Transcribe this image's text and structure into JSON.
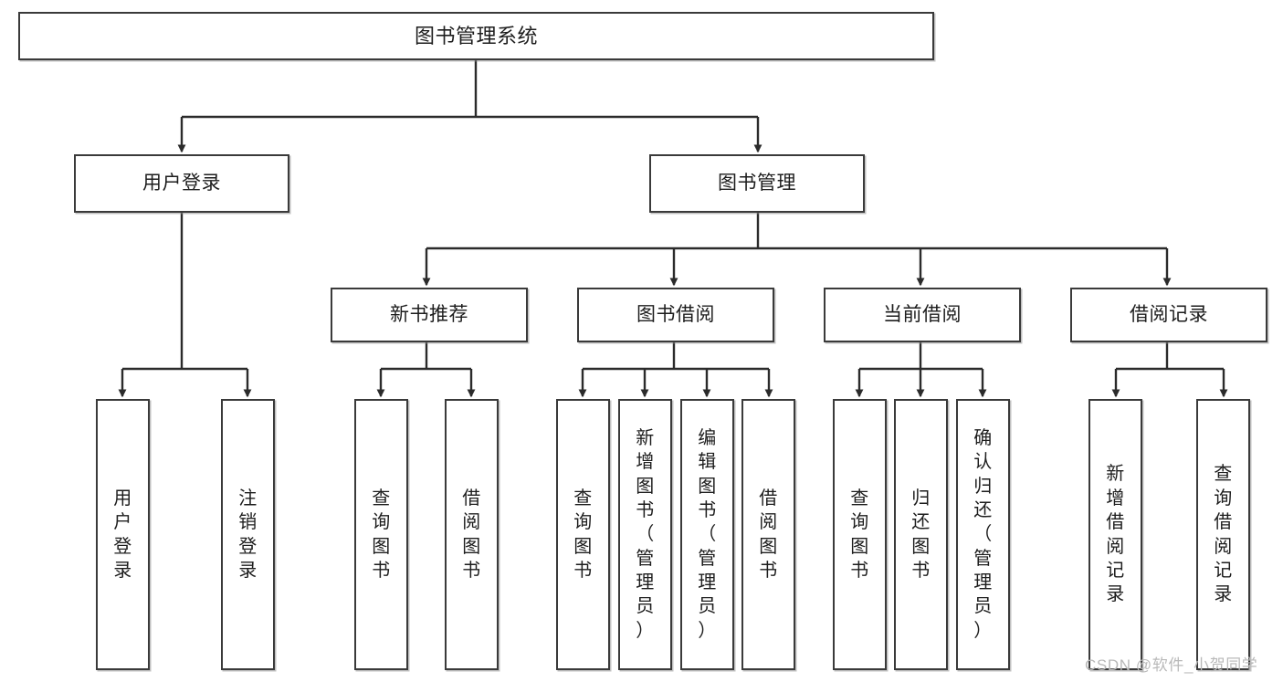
{
  "diagram": {
    "type": "tree-hierarchy",
    "title": "图书管理系统",
    "orientation": "top-down",
    "colors": {
      "box_border": "#3a3a3a",
      "box_fill": "#ffffff",
      "connector": "#2b2b2b",
      "text": "#1d1d1d",
      "watermark": "#b9b9b9",
      "background": "#ffffff"
    }
  },
  "nodes": {
    "root": {
      "label": "图书管理系统"
    },
    "level1": [
      {
        "id": "user-login",
        "label": "用户登录"
      },
      {
        "id": "book-manage",
        "label": "图书管理"
      }
    ],
    "level2": [
      {
        "id": "new-book-recommend",
        "label": "新书推荐"
      },
      {
        "id": "book-borrow",
        "label": "图书借阅"
      },
      {
        "id": "current-borrow",
        "label": "当前借阅"
      },
      {
        "id": "borrow-record",
        "label": "借阅记录"
      }
    ],
    "leaves": [
      {
        "id": "leaf-user-login",
        "parent": "user-login",
        "label": "用户登录"
      },
      {
        "id": "leaf-logout-login",
        "parent": "user-login",
        "label": "注销登录"
      },
      {
        "id": "leaf-query-book-1",
        "parent": "new-book-recommend",
        "label": "查询图书"
      },
      {
        "id": "leaf-borrow-book-1",
        "parent": "new-book-recommend",
        "label": "借阅图书"
      },
      {
        "id": "leaf-query-book-2",
        "parent": "book-borrow",
        "label": "查询图书"
      },
      {
        "id": "leaf-add-book",
        "parent": "book-borrow",
        "label": "新增图书（管理员）"
      },
      {
        "id": "leaf-edit-book",
        "parent": "book-borrow",
        "label": "编辑图书（管理员）"
      },
      {
        "id": "leaf-borrow-book-2",
        "parent": "book-borrow",
        "label": "借阅图书"
      },
      {
        "id": "leaf-query-book-3",
        "parent": "current-borrow",
        "label": "查询图书"
      },
      {
        "id": "leaf-return-book",
        "parent": "current-borrow",
        "label": "归还图书"
      },
      {
        "id": "leaf-confirm-return",
        "parent": "current-borrow",
        "label": "确认归还（管理员）"
      },
      {
        "id": "leaf-add-record",
        "parent": "borrow-record",
        "label": "新增借阅记录"
      },
      {
        "id": "leaf-query-record",
        "parent": "borrow-record",
        "label": "查询借阅记录"
      }
    ]
  },
  "watermark": {
    "text": "CSDN @软件_小贺同学"
  }
}
